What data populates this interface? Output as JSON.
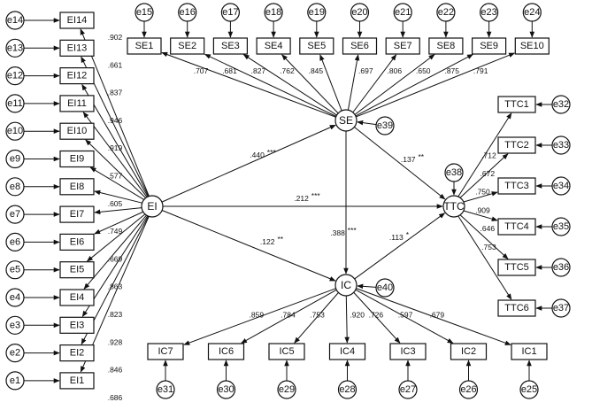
{
  "latent_variables": [
    {
      "id": "EI",
      "label": "EI"
    },
    {
      "id": "SE",
      "label": "SE",
      "error": "e39"
    },
    {
      "id": "IC",
      "label": "IC",
      "error": "e40"
    },
    {
      "id": "TTC",
      "label": "TTC",
      "error": "e38"
    }
  ],
  "indicators": {
    "EI": [
      {
        "label": "EI14",
        "error": "e14",
        "loading": ".902"
      },
      {
        "label": "EI13",
        "error": "e13",
        "loading": ".661"
      },
      {
        "label": "EI12",
        "error": "e12",
        "loading": ".837"
      },
      {
        "label": "EI11",
        "error": "e11",
        "loading": ".946"
      },
      {
        "label": "EI10",
        "error": "e10",
        "loading": ".919"
      },
      {
        "label": "EI9",
        "error": "e9",
        "loading": ".577"
      },
      {
        "label": "EI8",
        "error": "e8",
        "loading": ".605"
      },
      {
        "label": "EI7",
        "error": "e7",
        "loading": ".749"
      },
      {
        "label": "EI6",
        "error": "e6",
        "loading": ".669"
      },
      {
        "label": "EI5",
        "error": "e5",
        "loading": ".863"
      },
      {
        "label": "EI4",
        "error": "e4",
        "loading": ".823"
      },
      {
        "label": "EI3",
        "error": "e3",
        "loading": ".928"
      },
      {
        "label": "EI2",
        "error": "e2",
        "loading": ".846"
      },
      {
        "label": "EI1",
        "error": "e1",
        "loading": ".686"
      }
    ],
    "SE": [
      {
        "label": "SE1",
        "error": "e15",
        "loading": ".707"
      },
      {
        "label": "SE2",
        "error": "e16",
        "loading": ".681"
      },
      {
        "label": "SE3",
        "error": "e17",
        "loading": ".827"
      },
      {
        "label": "SE4",
        "error": "e18",
        "loading": ".762"
      },
      {
        "label": "SE5",
        "error": "e19",
        "loading": ".845"
      },
      {
        "label": "SE6",
        "error": "e20",
        "loading": ".697"
      },
      {
        "label": "SE7",
        "error": "e21",
        "loading": ".806"
      },
      {
        "label": "SE8",
        "error": "e22",
        "loading": ".650"
      },
      {
        "label": "SE9",
        "error": "e23",
        "loading": ".875"
      },
      {
        "label": "SE10",
        "error": "e24",
        "loading": ".791"
      }
    ],
    "TTC": [
      {
        "label": "TTC1",
        "error": "e32",
        "loading": ".712"
      },
      {
        "label": "TTC2",
        "error": "e33",
        "loading": ".672"
      },
      {
        "label": "TTC3",
        "error": "e34",
        "loading": ".750"
      },
      {
        "label": "TTC4",
        "error": "e35",
        "loading": ".909"
      },
      {
        "label": "TTC5",
        "error": "e36",
        "loading": ".646"
      },
      {
        "label": "TTC6",
        "error": "e37",
        "loading": ".753"
      }
    ],
    "IC": [
      {
        "label": "IC7",
        "error": "e31",
        "loading": ".859"
      },
      {
        "label": "IC6",
        "error": "e30",
        "loading": ".784"
      },
      {
        "label": "IC5",
        "error": "e29",
        "loading": ".753"
      },
      {
        "label": "IC4",
        "error": "e28",
        "loading": ".920"
      },
      {
        "label": "IC3",
        "error": "e27",
        "loading": ".726"
      },
      {
        "label": "IC2",
        "error": "e26",
        "loading": ".597"
      },
      {
        "label": "IC1",
        "error": "e25",
        "loading": ".679"
      }
    ]
  },
  "structural_paths": [
    {
      "from": "EI",
      "to": "SE",
      "coefficient": ".440",
      "sig": "***"
    },
    {
      "from": "EI",
      "to": "TTC",
      "coefficient": ".212",
      "sig": "***"
    },
    {
      "from": "EI",
      "to": "IC",
      "coefficient": ".122",
      "sig": "**"
    },
    {
      "from": "SE",
      "to": "TTC",
      "coefficient": ".137",
      "sig": "**"
    },
    {
      "from": "SE",
      "to": "IC",
      "coefficient": ".388",
      "sig": "***"
    },
    {
      "from": "IC",
      "to": "TTC",
      "coefficient": ".113",
      "sig": "*"
    }
  ]
}
